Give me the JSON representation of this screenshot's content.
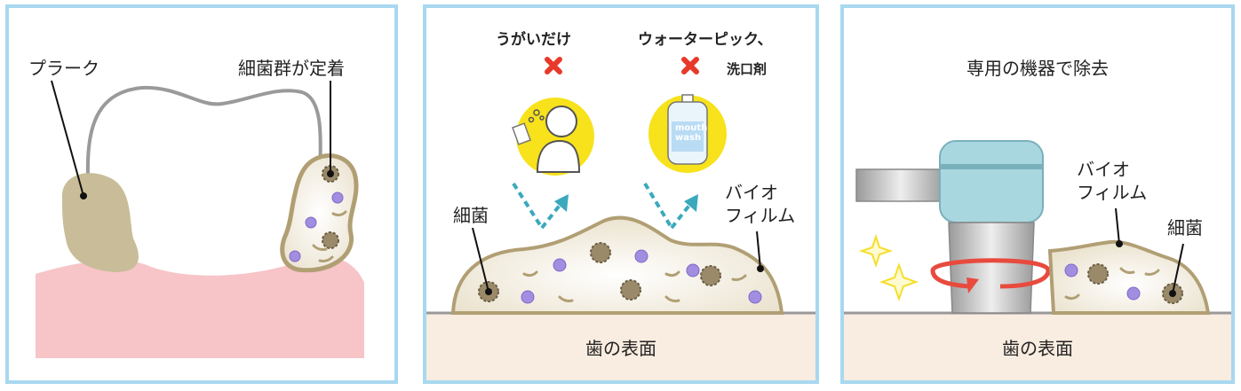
{
  "panel1": {
    "plaque_label": "プラーク",
    "colony_label": "細菌群が定着"
  },
  "panel2": {
    "gargle_label": "うがいだけ",
    "waterpick_label": "ウォーターピック、",
    "mouthwash_label": "洗口剤",
    "bottle_text_line1": "mouth",
    "bottle_text_line2": "wash",
    "bacteria_label": "細菌",
    "biofilm_line1": "バイオ",
    "biofilm_line2": "フィルム",
    "surface_label": "歯の表面"
  },
  "panel3": {
    "device_label": "専用の機器で除去",
    "biofilm_line1": "バイオ",
    "biofilm_line2": "フィルム",
    "bacteria_label": "細菌",
    "surface_label": "歯の表面"
  },
  "colors": {
    "frame": "#a8d8f0",
    "gum": "#f7c4c8",
    "plaque": "#c8bd98",
    "biofilm_fill": "#f1ece0",
    "biofilm_edge": "#b19f74",
    "surface": "#f9ece0",
    "cross": "#e8392a",
    "arrow": "#3aa9bd",
    "sparkle": "#f5de2c",
    "rotate_arrow": "#e84a3e",
    "yellow_circle": "#f7e21b"
  }
}
